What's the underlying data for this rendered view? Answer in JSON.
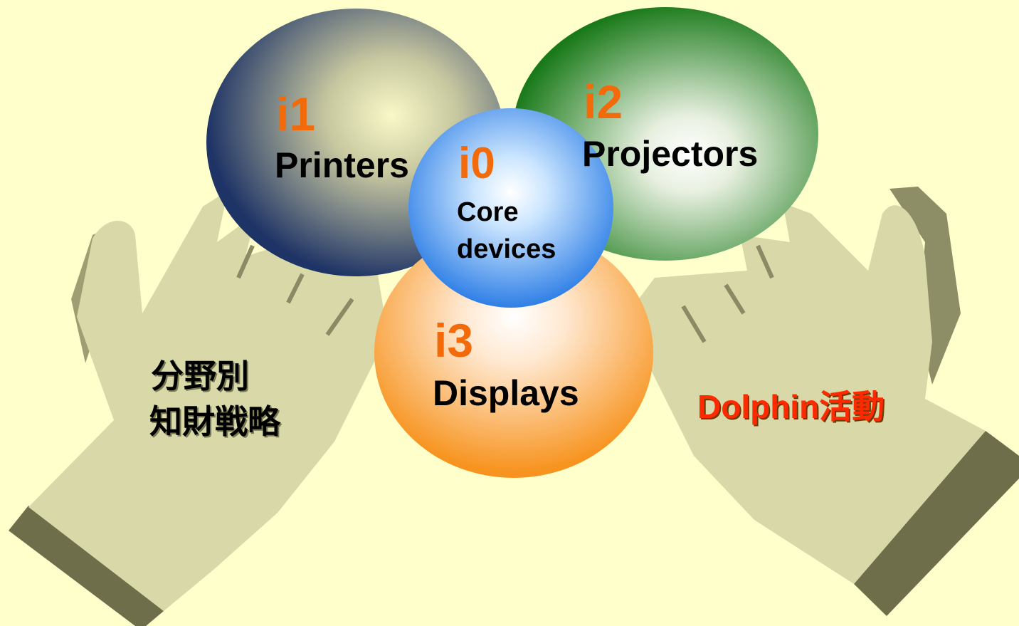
{
  "circles": {
    "i1": {
      "code": "i1",
      "name": "Printers",
      "color": "#1E3366"
    },
    "i2": {
      "code": "i2",
      "name": "Projectors",
      "color": "#1A7A1A"
    },
    "i0": {
      "code": "i0",
      "name_line1": "Core",
      "name_line2": "devices",
      "color": "#3388EE"
    },
    "i3": {
      "code": "i3",
      "name": "Displays",
      "color": "#F7931E"
    }
  },
  "left_hand": {
    "line1": "分野別",
    "line2": "知財戦略"
  },
  "right_hand": {
    "text": "Dolphin活動"
  },
  "colors": {
    "background": "#FFFFCC",
    "hand_fill": "#D8D8A8",
    "hand_edge": "#6E6E4A",
    "code_text": "#F26A0A",
    "dolphin_text": "#FF2A00"
  }
}
